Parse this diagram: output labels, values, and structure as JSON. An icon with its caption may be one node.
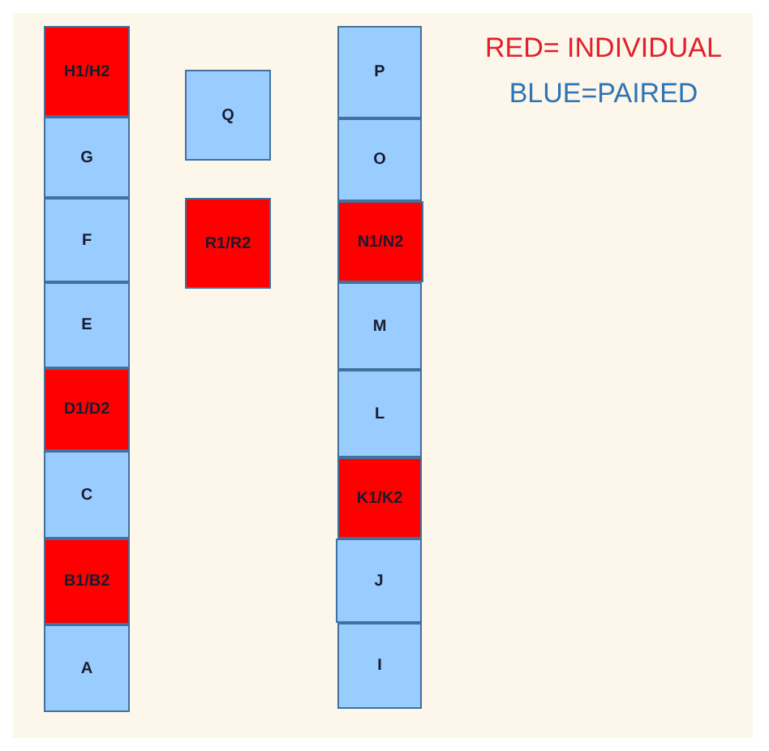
{
  "diagram": {
    "nodes": [
      {
        "text": [
          "H1/H2"
        ]
      },
      {
        "text": [
          "G"
        ]
      },
      {
        "text": [
          "F"
        ]
      },
      {
        "text": [
          "E"
        ]
      },
      {
        "text": [
          "D1/D2"
        ]
      },
      {
        "text": [
          "C"
        ]
      },
      {
        "text": [
          "B1/B2"
        ]
      },
      {
        "text": [
          "A"
        ]
      },
      {
        "text": [
          "Q"
        ]
      },
      {
        "text": [
          "R1/R2"
        ]
      },
      {
        "text": [
          "P"
        ]
      },
      {
        "text": [
          "O"
        ]
      },
      {
        "text": [
          "N1/N2"
        ]
      },
      {
        "text": [
          "M"
        ]
      },
      {
        "text": [
          "L"
        ]
      },
      {
        "text": [
          "K1/K2"
        ]
      },
      {
        "text": [
          "J"
        ]
      },
      {
        "text": [
          "I"
        ]
      }
    ],
    "legend": [
      {
        "text": "RED= INDIVIDUAL",
        "color": "#e0202a"
      },
      {
        "text": "BLUE=PAIRED",
        "color": "#2e75b6"
      }
    ]
  }
}
